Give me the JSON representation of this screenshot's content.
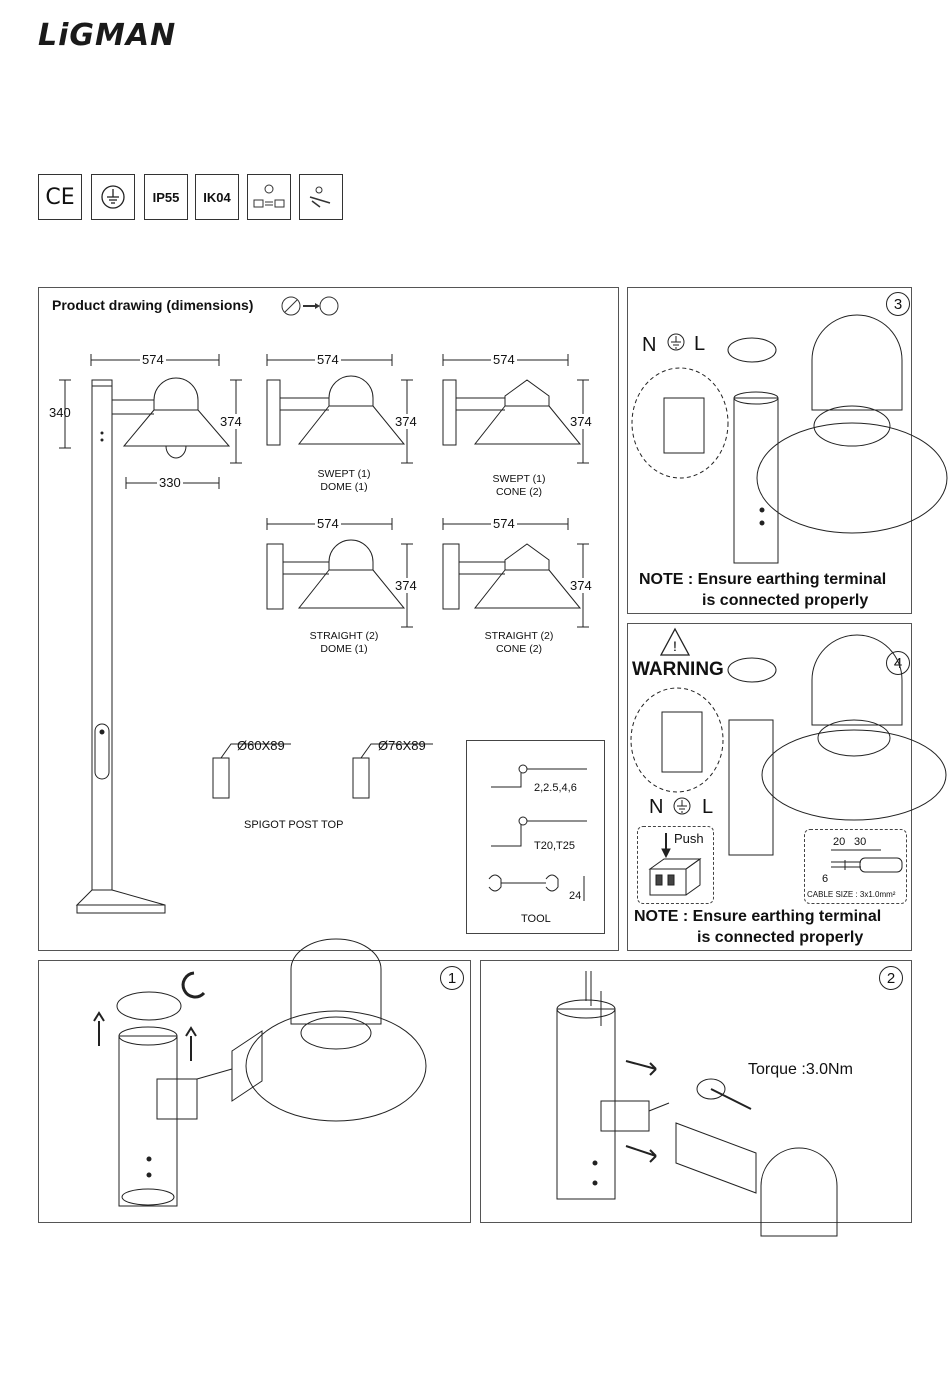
{
  "brand": "LiGMAN",
  "certifications": [
    {
      "type": "ce-mark",
      "text": "CE"
    },
    {
      "type": "earth-symbol",
      "text": ""
    },
    {
      "type": "ip-rating",
      "text": "IP55"
    },
    {
      "type": "ik-rating",
      "text": "IK04"
    },
    {
      "type": "voltage-icon",
      "text": ""
    },
    {
      "type": "tool-icon",
      "text": ""
    }
  ],
  "product_drawing": {
    "title": "Product drawing (dimensions)",
    "pole": {
      "height": "340",
      "width_top": "574",
      "fixture_height": "374",
      "spread": "330"
    },
    "variants": [
      {
        "width": "574",
        "height": "374",
        "line1": "SWEPT (1)",
        "line2": "DOME (1)"
      },
      {
        "width": "574",
        "height": "374",
        "line1": "SWEPT (1)",
        "line2": "CONE (2)"
      },
      {
        "width": "574",
        "height": "374",
        "line1": "STRAIGHT (2)",
        "line2": "DOME (1)"
      },
      {
        "width": "574",
        "height": "374",
        "line1": "STRAIGHT (2)",
        "line2": "CONE (2)"
      }
    ],
    "spigots": {
      "small": "Ø60X89",
      "large": "Ø76X89",
      "label": "SPIGOT POST TOP"
    },
    "tools": {
      "allen": "2,2.5,4,6",
      "torx": "T20,T25",
      "spanner": "24",
      "label": "TOOL"
    }
  },
  "step3": {
    "number": "3",
    "terminals": {
      "n": "N",
      "l": "L"
    },
    "note_line1": "NOTE : Ensure earthing terminal",
    "note_line2": "is connected properly"
  },
  "step4": {
    "number": "4",
    "warning": "WARNING",
    "terminals": {
      "n": "N",
      "l": "L"
    },
    "push": "Push",
    "strip_a": "20",
    "strip_b": "30",
    "strip_c": "6",
    "cable_size": "CABLE SIZE : 3x1.0mm²",
    "note_line1": "NOTE : Ensure earthing terminal",
    "note_line2": "is connected properly"
  },
  "step1": {
    "number": "1"
  },
  "step2": {
    "number": "2",
    "torque": "Torque :3.0Nm"
  }
}
